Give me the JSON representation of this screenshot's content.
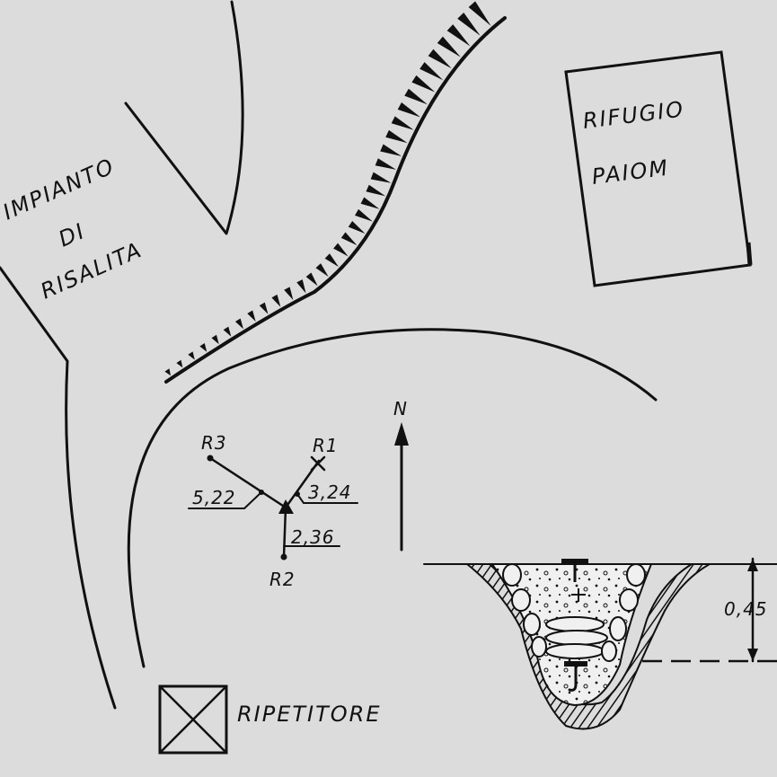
{
  "labels": {
    "impianto_line1": "IMPIANTO",
    "impianto_line2": "DI",
    "impianto_line3": "RISALITA",
    "rifugio_line1": "RIFUGIO",
    "rifugio_line2": "PAIOM",
    "ripetitore": "RIPETITORE",
    "north": "N"
  },
  "survey": {
    "r1": "R1",
    "r2": "R2",
    "r3": "R3",
    "d1": "3,24",
    "d2": "2,36",
    "d3": "5,22"
  },
  "section": {
    "depth": "0,45"
  },
  "colors": {
    "background": "#dcdcdc",
    "ink": "#111111"
  }
}
